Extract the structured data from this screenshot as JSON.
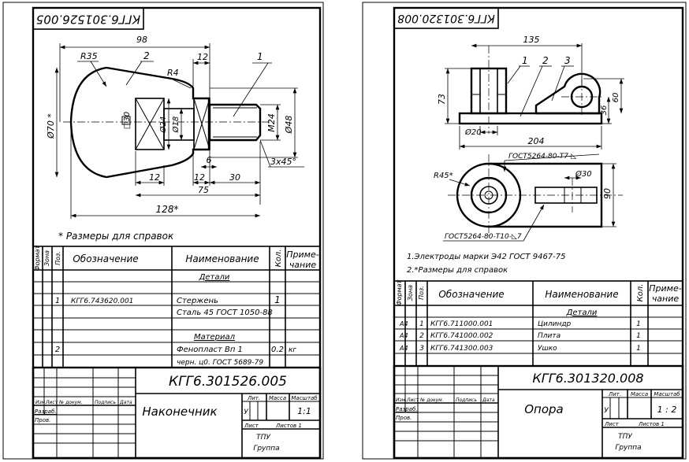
{
  "sheet1": {
    "code": "КГГ6.301526.005",
    "code_rotated": "КГГ6.301526.005",
    "dims": {
      "d98": "98",
      "r35": "R35",
      "p2": "2",
      "d12a": "12",
      "r4": "R4",
      "p1": "1",
      "d70": "Ø70 *",
      "sq30": "□30",
      "d24": "Ø24",
      "d18": "Ø18",
      "m24": "M24",
      "d48": "Ø48",
      "d6": "6",
      "ch": "3x45°",
      "d12b": "12",
      "d12c": "12",
      "d30": "30",
      "d75": "75",
      "d128": "128*"
    },
    "note": "* Размеры для справок",
    "table": {
      "h_format": "Формат",
      "h_zone": "Зона",
      "h_pos": "Поз.",
      "h_designation": "Обозначение",
      "h_name": "Наименование",
      "h_qty": "Кол.",
      "h_note": "Приме-\nчание",
      "section1": "Детали",
      "row1_pos": "1",
      "row1_des": "КГГ6.743620.001",
      "row1_name": "Стержень",
      "row1_name2": "Сталь 45 ГОСТ 1050-88",
      "row1_qty": "1",
      "section2": "Материал",
      "row2_pos": "2",
      "row2_name": "Фенопласт Вп 1",
      "row2_name2": "черн. ц0. ГОСТ 5689-79",
      "row2_qty": "0.2",
      "row2_note": "кг"
    },
    "stamp": {
      "code": "КГГ6.301526.005",
      "title": "Наконечник",
      "lit": "Лит.",
      "mass": "Масса",
      "scale_h": "Масштаб",
      "lit_v": "У",
      "scale": "1:1",
      "sheet": "Лист",
      "sheets": "Листов 1",
      "org1": "ТПУ",
      "org2": "Группа",
      "c_izm": "Изм.",
      "c_list": "Лист",
      "c_doc": "№ докум.",
      "c_sign": "Подпись",
      "c_date": "Дата",
      "r_dev": "Разраб.",
      "r_chk": "Пров."
    }
  },
  "sheet2": {
    "code": "КГГ6.301320.008",
    "code_rotated": "КГГ6.301320.008",
    "dims": {
      "d135": "135",
      "p1": "1",
      "p2": "2",
      "p3": "3",
      "d73": "73",
      "d36": "36",
      "d60": "60",
      "d20": "Ø20",
      "d204": "204",
      "gost1": "ГОСТ5264-80-Т7-◺",
      "r45": "R45*",
      "d30": "Ø30",
      "d90": "90",
      "gost2": "ГОСТ5264-80-Т10-◺7"
    },
    "note1": "1.Электроды марки Э42 ГОСТ 9467-75",
    "note2": "2.*Размеры для справок",
    "table": {
      "h_format": "Формат",
      "h_zone": "Зона",
      "h_pos": "Поз.",
      "h_designation": "Обозначение",
      "h_name": "Наименование",
      "h_qty": "Кол.",
      "h_note": "Приме-\nчание",
      "section1": "Детали",
      "rows": [
        {
          "fmt": "А4",
          "pos": "1",
          "des": "КГГ6.711000.001",
          "name": "Цилиндр",
          "qty": "1"
        },
        {
          "fmt": "А4",
          "pos": "2",
          "des": "КГГ6.741000.002",
          "name": "Плита",
          "qty": "1"
        },
        {
          "fmt": "А4",
          "pos": "3",
          "des": "КГГ6.741300.003",
          "name": "Ушко",
          "qty": "1"
        }
      ]
    },
    "stamp": {
      "code": "КГГ6.301320.008",
      "title": "Опора",
      "lit": "Лит.",
      "mass": "Масса",
      "scale_h": "Масштаб",
      "lit_v": "У",
      "scale": "1 : 2",
      "sheet": "Лист",
      "sheets": "Листов 1",
      "org1": "ТПУ",
      "org2": "Группа",
      "c_izm": "Изм.",
      "c_list": "Лист",
      "c_doc": "№ докум.",
      "c_sign": "Подпись",
      "c_date": "Дата",
      "r_dev": "Разраб.",
      "r_chk": "Пров."
    }
  }
}
